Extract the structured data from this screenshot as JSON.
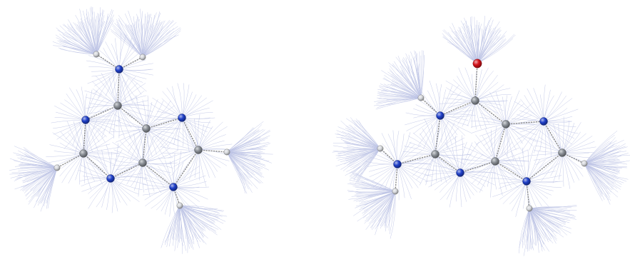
{
  "figure": {
    "panels": [
      {
        "id": "adenine",
        "atoms": [
          {
            "id": "H1",
            "element": "H"
          },
          {
            "id": "H2",
            "element": "H"
          },
          {
            "id": "N6",
            "element": "N"
          },
          {
            "id": "C6",
            "element": "C"
          },
          {
            "id": "N1",
            "element": "N"
          },
          {
            "id": "C5",
            "element": "C"
          },
          {
            "id": "N7",
            "element": "N"
          },
          {
            "id": "C2",
            "element": "C"
          },
          {
            "id": "H2C",
            "element": "H"
          },
          {
            "id": "C4",
            "element": "C"
          },
          {
            "id": "C8",
            "element": "C"
          },
          {
            "id": "H8",
            "element": "H"
          },
          {
            "id": "N3",
            "element": "N"
          },
          {
            "id": "N9",
            "element": "N"
          },
          {
            "id": "H9",
            "element": "H"
          }
        ],
        "bonds": [
          [
            "H1",
            "N6"
          ],
          [
            "H2",
            "N6"
          ],
          [
            "N6",
            "C6"
          ],
          [
            "C6",
            "N1"
          ],
          [
            "C6",
            "C5"
          ],
          [
            "N1",
            "C2"
          ],
          [
            "C2",
            "H2C"
          ],
          [
            "C2",
            "N3"
          ],
          [
            "N3",
            "C4"
          ],
          [
            "C4",
            "C5"
          ],
          [
            "C5",
            "N7"
          ],
          [
            "N7",
            "C8"
          ],
          [
            "C8",
            "H8"
          ],
          [
            "C8",
            "N9"
          ],
          [
            "N9",
            "C4"
          ],
          [
            "N9",
            "H9"
          ]
        ]
      },
      {
        "id": "guanine",
        "atoms": [
          {
            "id": "O6",
            "element": "O"
          },
          {
            "id": "H1",
            "element": "H"
          },
          {
            "id": "C6",
            "element": "C"
          },
          {
            "id": "N1",
            "element": "N"
          },
          {
            "id": "C5",
            "element": "C"
          },
          {
            "id": "N7",
            "element": "N"
          },
          {
            "id": "H2a",
            "element": "H"
          },
          {
            "id": "C2",
            "element": "C"
          },
          {
            "id": "N2",
            "element": "N"
          },
          {
            "id": "C8",
            "element": "C"
          },
          {
            "id": "H8",
            "element": "H"
          },
          {
            "id": "N3",
            "element": "N"
          },
          {
            "id": "C4",
            "element": "C"
          },
          {
            "id": "N9",
            "element": "N"
          },
          {
            "id": "H2b",
            "element": "H"
          },
          {
            "id": "H9",
            "element": "H"
          }
        ],
        "bonds": [
          [
            "O6",
            "C6"
          ],
          [
            "C6",
            "N1"
          ],
          [
            "N1",
            "H1"
          ],
          [
            "C6",
            "C5"
          ],
          [
            "N1",
            "C2"
          ],
          [
            "C2",
            "N2"
          ],
          [
            "N2",
            "H2a"
          ],
          [
            "N2",
            "H2b"
          ],
          [
            "C2",
            "N3"
          ],
          [
            "N3",
            "C4"
          ],
          [
            "C4",
            "C5"
          ],
          [
            "C5",
            "N7"
          ],
          [
            "N7",
            "C8"
          ],
          [
            "C8",
            "H8"
          ],
          [
            "C8",
            "N9"
          ],
          [
            "N9",
            "C4"
          ],
          [
            "N9",
            "H9"
          ]
        ]
      }
    ],
    "colors": {
      "C": "#8a8f96",
      "N": "#1f3fc8",
      "O": "#d4121a",
      "H": "#d8dade",
      "bond": "#8c8c8c",
      "field_line": "#a7b0dc"
    }
  }
}
